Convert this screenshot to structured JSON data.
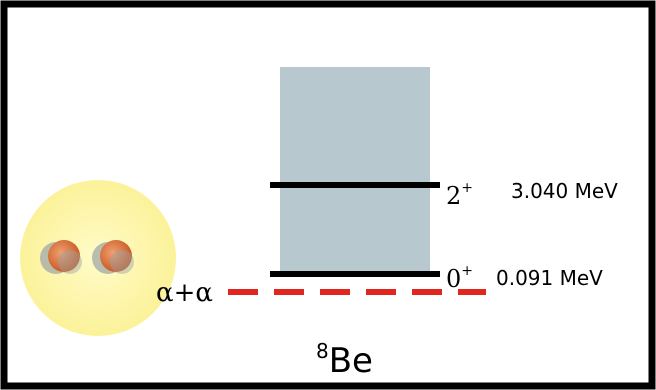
{
  "diagram": {
    "nucleus_symbol": {
      "mass_number": "8",
      "element": "Be"
    },
    "threshold": {
      "label_left": "α",
      "label_plus": "+",
      "label_right": "α"
    },
    "levels": [
      {
        "spin": "2",
        "parity": "+",
        "energy": "3.040 MeV"
      },
      {
        "spin": "0",
        "parity": "+",
        "energy": "0.091 MeV"
      }
    ],
    "colors": {
      "frame": "#000000",
      "band": "#b8c8cf",
      "level_line": "#000000",
      "threshold_line": "#e0261e",
      "halo": "#fdf6a6",
      "alpha_particle": "#d9703a",
      "alpha_shadow": "#9aa3a6"
    }
  }
}
